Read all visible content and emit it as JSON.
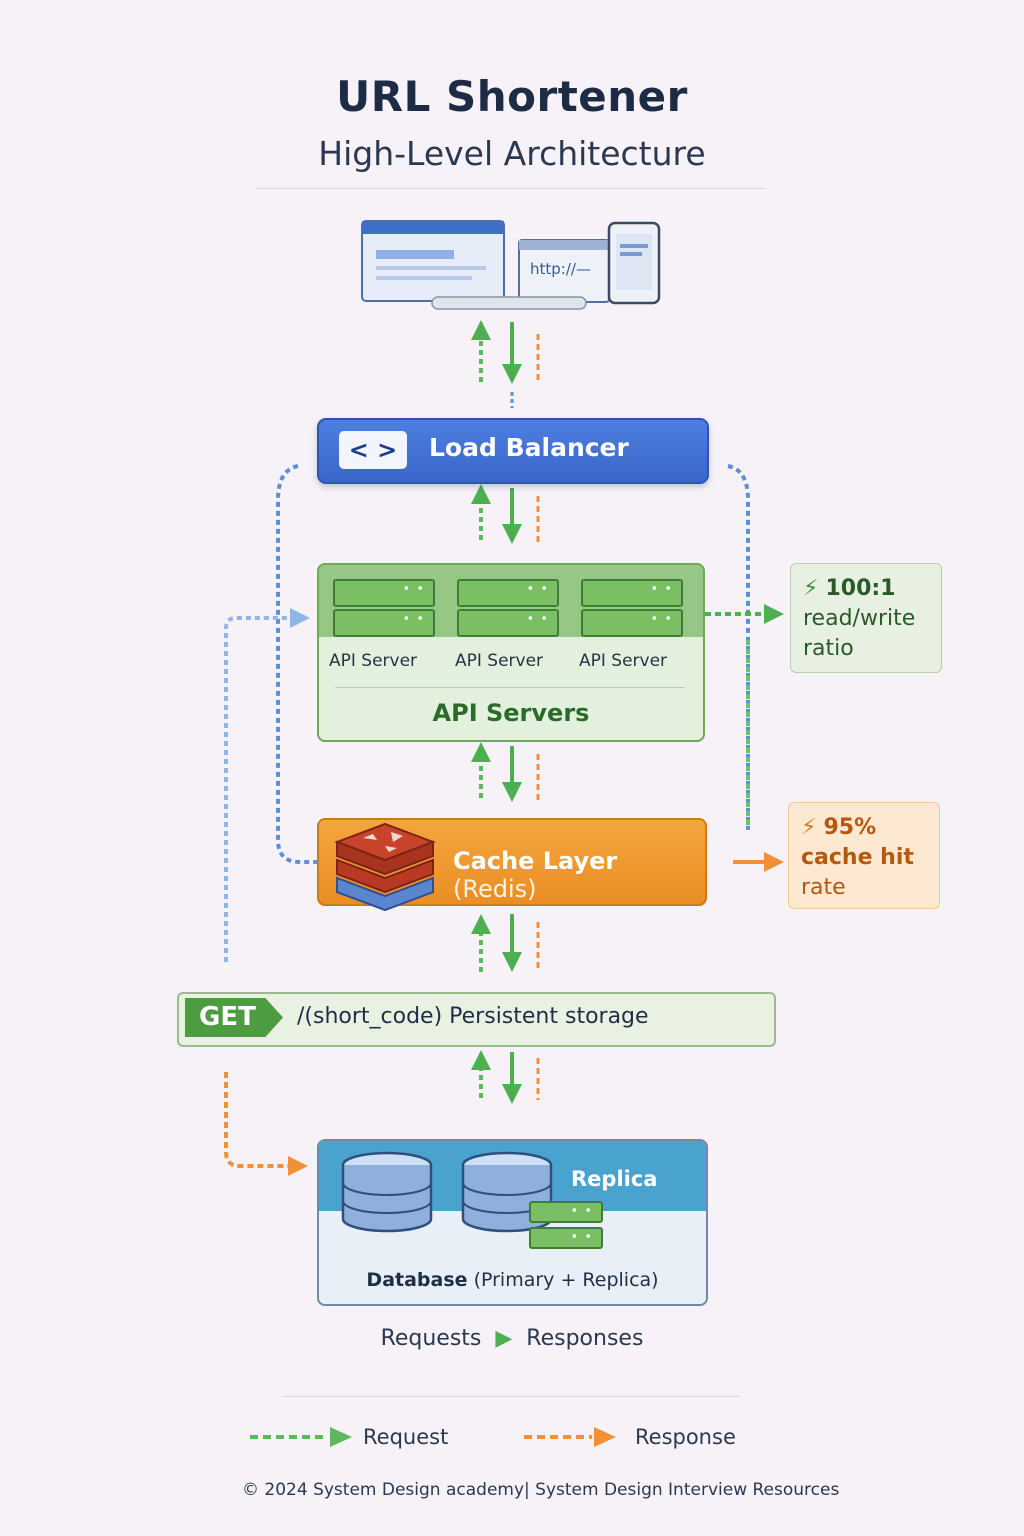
{
  "header": {
    "title": "URL Shortener",
    "subtitle": "High-Level Architecture"
  },
  "client": {
    "url_text": "http://—"
  },
  "load_balancer": {
    "icon_text": "< >",
    "label": "Load Balancer"
  },
  "api": {
    "servers": [
      "API Server",
      "API Server",
      "API Server"
    ],
    "title": "API Servers"
  },
  "cache": {
    "label": "Cache Layer",
    "sub_label": "(Redis)"
  },
  "get_bar": {
    "method": "GET",
    "path_text": "/(short_code) Persistent storage"
  },
  "database": {
    "replica_label": "Replica",
    "caption_bold": "Database",
    "caption_rest": " (Primary + Replica)"
  },
  "callouts": {
    "read_write": {
      "value": "100:1",
      "line2": "read/write",
      "line3": "ratio"
    },
    "cache_hit": {
      "value": "95%",
      "line2": "cache hit",
      "line3": "rate"
    }
  },
  "legend": {
    "caption_left": "Requests",
    "caption_right": "Responses",
    "request": "Request",
    "response": "Response"
  },
  "footer": "© 2024 System Design academy| System Design Interview Resources",
  "colors": {
    "request": "#5cb85c",
    "response": "#f0913a",
    "load_balancer": "#3b66c9",
    "api": "#6ea85c",
    "cache": "#ea8e24",
    "database": "#4aa3cf",
    "link": "#5b8fd6"
  },
  "icons": [
    "browser-window-icon",
    "laptop-icon",
    "phone-icon",
    "code-brackets-icon",
    "server-icon",
    "redis-stack-icon",
    "database-cylinder-icon",
    "lightning-icon"
  ]
}
